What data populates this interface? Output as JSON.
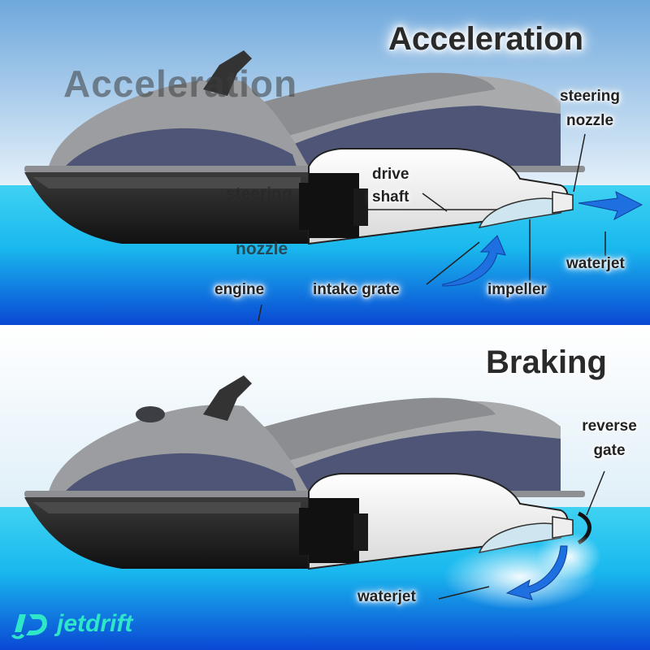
{
  "acceleration": {
    "title": "Acceleration",
    "ghost_title": "Acceleration",
    "ghost_steering": "steering",
    "ghost_nozzle": "nozzle",
    "labels": {
      "steering_nozzle_1": "steering",
      "steering_nozzle_2": "nozzle",
      "drive_shaft_1": "drive",
      "drive_shaft_2": "shaft",
      "engine": "engine",
      "intake_grate": "intake grate",
      "impeller": "impeller",
      "waterjet": "waterjet"
    }
  },
  "braking": {
    "title": "Braking",
    "labels": {
      "reverse_gate_1": "reverse",
      "reverse_gate_2": "gate",
      "waterjet": "waterjet"
    }
  },
  "brand": {
    "name": "jetdrift",
    "icon": "jd-logo-icon"
  },
  "colors": {
    "sky": "#7fb2df",
    "water": "#26c8ec",
    "water_deep": "#0a4fd6",
    "hull": "#1e1e1e",
    "body_grey": "#9fa1a3",
    "stripe": "#4e5576",
    "arrow": "#1e6fe0",
    "logo": "#2ee6c8"
  }
}
